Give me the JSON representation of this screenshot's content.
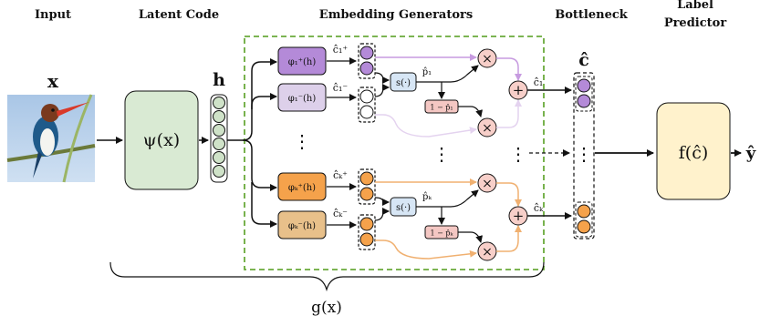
{
  "headers": {
    "input": "Input",
    "latent_code": "Latent Code",
    "embedding_generators": "Embedding Generators",
    "bottleneck": "Bottleneck",
    "label_line1": "Label",
    "label_line2": "Predictor"
  },
  "symbols": {
    "x": "x",
    "h": "h",
    "c_hat": "ĉ",
    "y_hat": "ŷ",
    "psi": "ψ(x)",
    "f": "f(ĉ)",
    "g": "g(x)"
  },
  "generators": {
    "phi1_pos": "φ₁⁺(h)",
    "phi1_neg": "φ₁⁻(h)",
    "phik_pos": "φₖ⁺(h)",
    "phik_neg": "φₖ⁻(h)",
    "c1_pos": "ĉ₁⁺",
    "c1_neg": "ĉ₁⁻",
    "ck_pos": "ĉₖ⁺",
    "ck_neg": "ĉₖ⁻",
    "s1": "s(·)",
    "sk": "s(·)",
    "p1": "p̂₁",
    "pk": "p̂ₖ",
    "one_minus_p1": "1 − p̂₁",
    "one_minus_pk": "1 − p̂ₖ",
    "c1": "ĉ₁",
    "ck": "ĉₖ",
    "vdots": "⋮",
    "times": "×",
    "plus": "+"
  },
  "colors": {
    "psi_fill": "#d9ead3",
    "f_fill": "#fff2cc",
    "purple_fill": "#b48ad8",
    "purple_light": "#ddd0ea",
    "orange_fill": "#f5a24b",
    "orange_light": "#e8c08a",
    "neuron_green": "#cfe2c8",
    "sigmoid_fill": "#d7e6f5",
    "oneminus_fill": "#f4c7c3",
    "op_fill": "#f7cfc9",
    "dashed_green": "#6aaa3a",
    "purple_arrow": "#c79be0",
    "purple_arrow_light": "#e4d3ef",
    "orange_arrow": "#f0b070"
  },
  "image": {
    "subject": "kingfisher-bird-photo"
  }
}
